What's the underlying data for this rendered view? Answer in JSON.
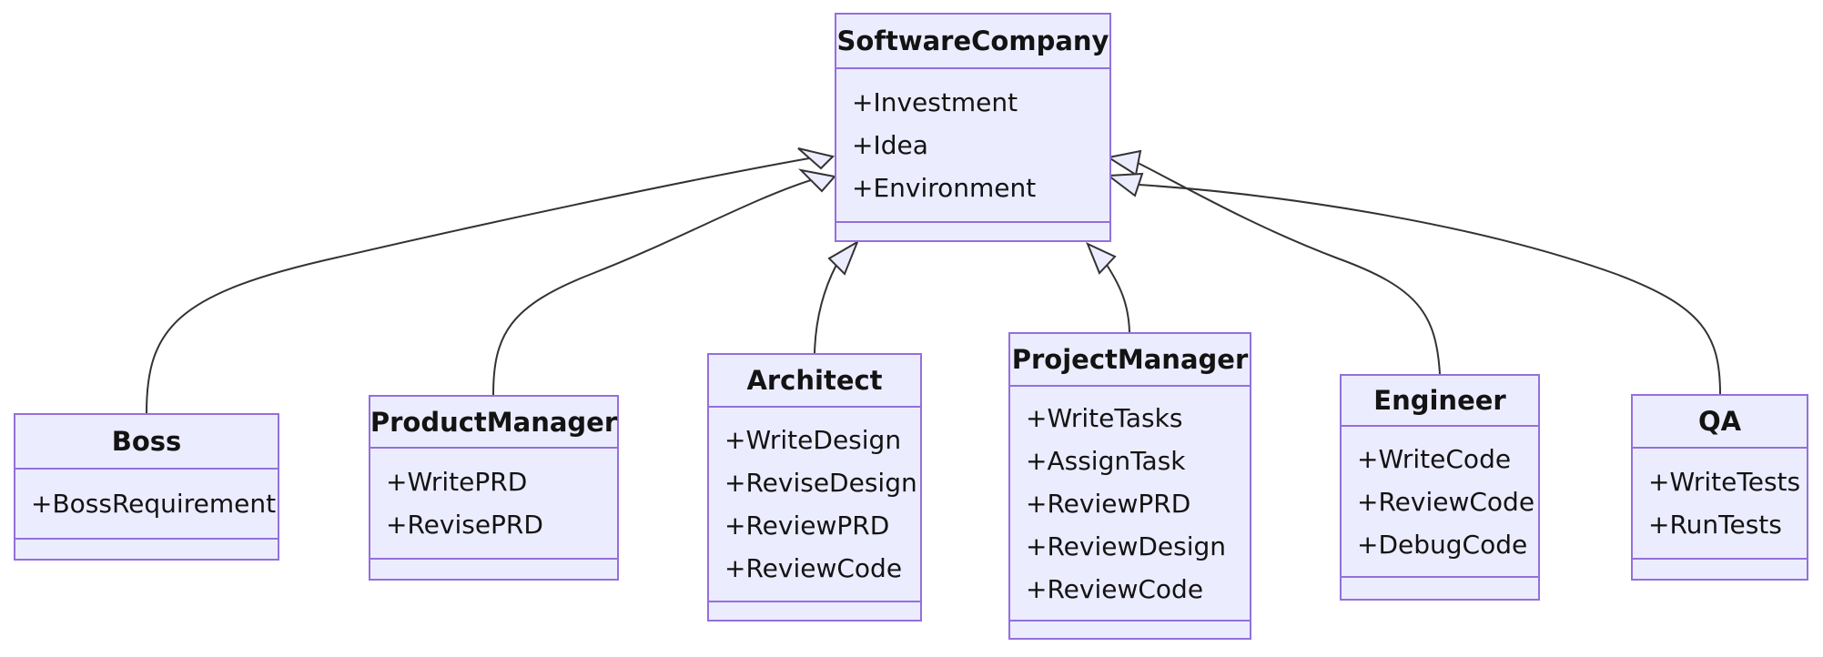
{
  "diagram": {
    "kind": "uml-class-diagram",
    "colors": {
      "node_fill": "#ECECFF",
      "node_border": "#9370DB",
      "edge_stroke": "#333333",
      "text": "#131313",
      "background": "#ffffff"
    }
  },
  "classes": [
    {
      "name": "SoftwareCompany",
      "members": [
        "+Investment",
        "+Idea",
        "+Environment"
      ],
      "methods": []
    },
    {
      "name": "Boss",
      "members": [
        "+BossRequirement"
      ],
      "methods": []
    },
    {
      "name": "ProductManager",
      "members": [
        "+WritePRD",
        "+RevisePRD"
      ],
      "methods": []
    },
    {
      "name": "Architect",
      "members": [
        "+WriteDesign",
        "+ReviseDesign",
        "+ReviewPRD",
        "+ReviewCode"
      ],
      "methods": []
    },
    {
      "name": "ProjectManager",
      "members": [
        "+WriteTasks",
        "+AssignTask",
        "+ReviewPRD",
        "+ReviewDesign",
        "+ReviewCode"
      ],
      "methods": []
    },
    {
      "name": "Engineer",
      "members": [
        "+WriteCode",
        "+ReviewCode",
        "+DebugCode"
      ],
      "methods": []
    },
    {
      "name": "QA",
      "members": [
        "+WriteTests",
        "+RunTests"
      ],
      "methods": []
    }
  ],
  "relations": [
    {
      "from": "Boss",
      "to": "SoftwareCompany",
      "type": "inheritance",
      "arrow": "hollow-triangle"
    },
    {
      "from": "ProductManager",
      "to": "SoftwareCompany",
      "type": "inheritance",
      "arrow": "hollow-triangle"
    },
    {
      "from": "Architect",
      "to": "SoftwareCompany",
      "type": "inheritance",
      "arrow": "hollow-triangle"
    },
    {
      "from": "ProjectManager",
      "to": "SoftwareCompany",
      "type": "inheritance",
      "arrow": "hollow-triangle"
    },
    {
      "from": "Engineer",
      "to": "SoftwareCompany",
      "type": "inheritance",
      "arrow": "hollow-triangle"
    },
    {
      "from": "QA",
      "to": "SoftwareCompany",
      "type": "inheritance",
      "arrow": "hollow-triangle"
    }
  ]
}
